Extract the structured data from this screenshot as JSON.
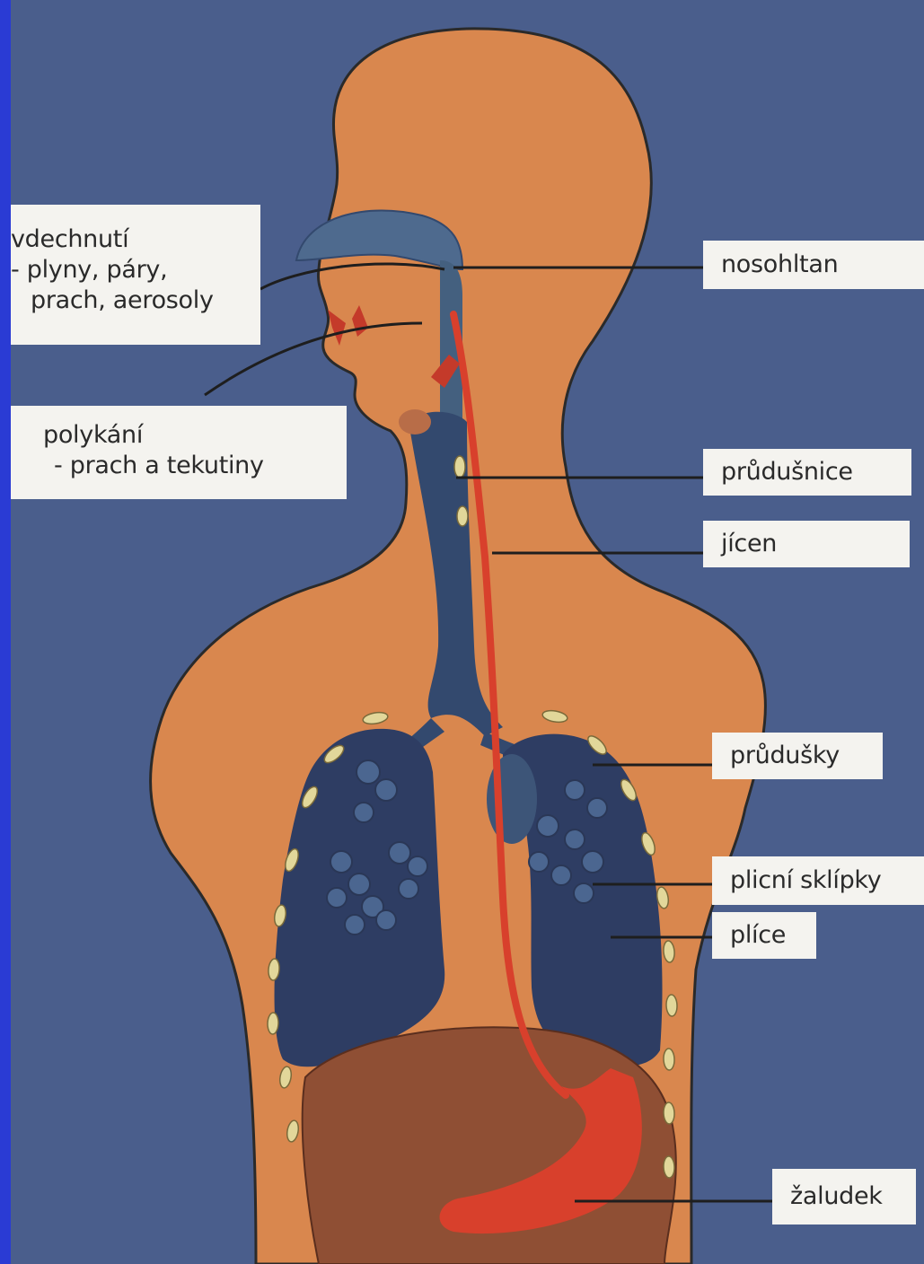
{
  "colors": {
    "background": "#4a5e8c",
    "body": "#d9874e",
    "airways": "#33496e",
    "lungs": "#2e3d63",
    "esophagus_stomach": "#d8402c",
    "abdomen": "#8f4f34",
    "label_bg": "#f4f3ef",
    "bronchial_nodes": "#e2d79a"
  },
  "labels": {
    "inhalation": {
      "line1": "vdechnutí",
      "line2": "- plyny, páry,",
      "line3": "prach, aerosoly"
    },
    "swallowing": {
      "line1": "polykání",
      "line2": "- prach a tekutiny"
    },
    "nasopharynx": "nosohltan",
    "trachea": "průdušnice",
    "esophagus": "jícen",
    "bronchi": "průdušky",
    "alveoli": "plicní sklípky",
    "lungs": "plíce",
    "stomach": "žaludek"
  }
}
